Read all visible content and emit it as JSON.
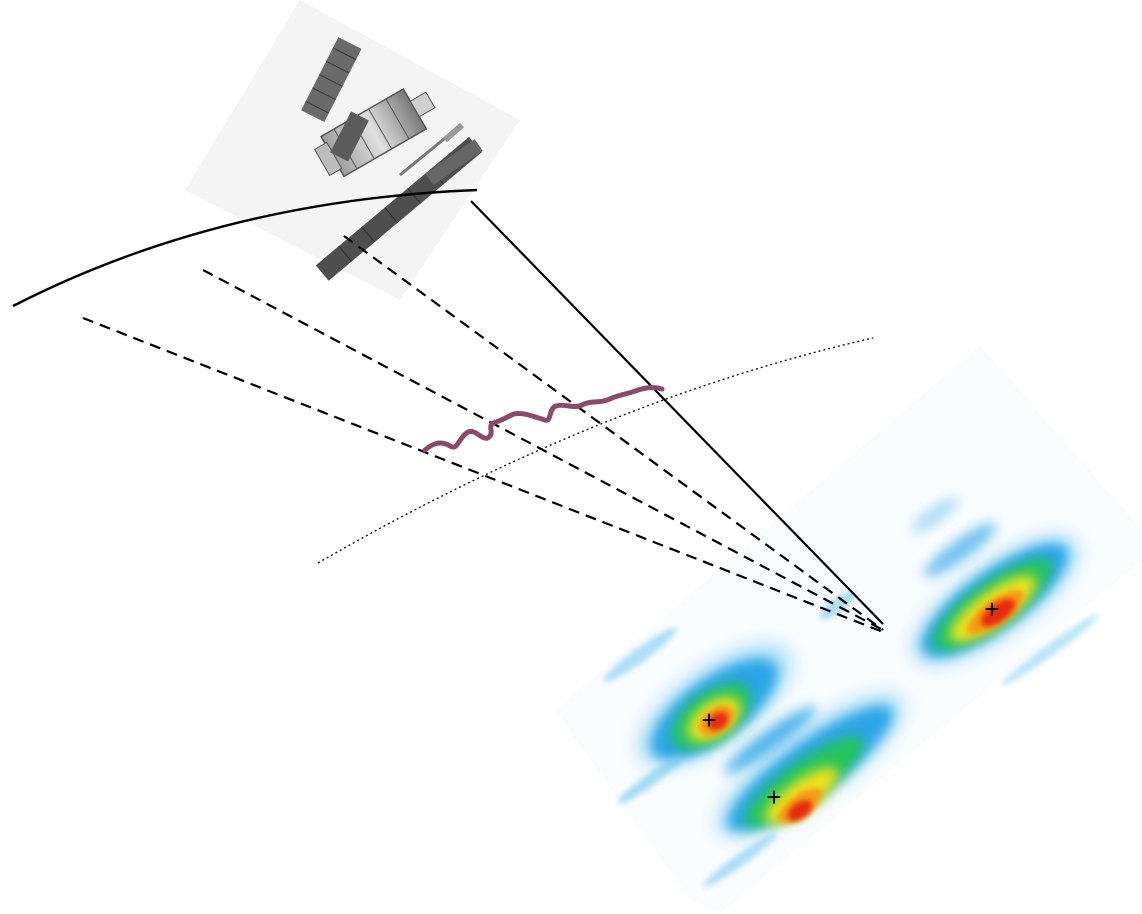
{
  "figure": {
    "kind": "satellite-observation-diagram",
    "elements": {
      "satellite": "satellite-icon",
      "orbit": "orbit-arc",
      "sight_lines": "dashed-lines-of-sight",
      "disturbance": "wavy-disturbance-line",
      "surface": "dotted-surface-arc",
      "detector_panels": "heatmap-panels"
    },
    "colors": {
      "background": "#ffffff",
      "line": "#000000",
      "wave": "#8b4a6b",
      "heat_low": "#29a9ea",
      "heat_mid": "#22c45a",
      "heat_high": "#f2e21c",
      "heat_peak": "#e62a10"
    },
    "panel_count": 3,
    "marker_symbol": "+"
  }
}
